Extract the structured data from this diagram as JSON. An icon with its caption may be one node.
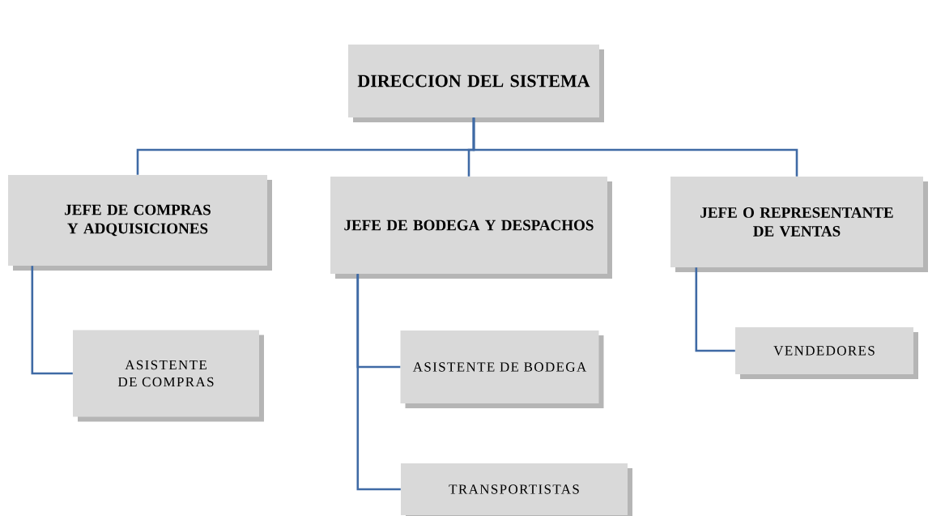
{
  "diagram": {
    "nodes": [
      {
        "text": [
          "DIRECCION DEL SISTEMA"
        ]
      },
      {
        "text": [
          "JEFE DE COMPRAS Y ADQUISICIONES"
        ]
      },
      {
        "text": [
          "JEFE DE BODEGA Y DESPACHOS"
        ]
      },
      {
        "text": [
          "JEFE O REPRESENTANTE DE VENTAS"
        ]
      },
      {
        "text": [
          "ASISTENTE DE COMPRAS"
        ]
      },
      {
        "text": [
          "ASISTENTE DE BODEGA"
        ]
      },
      {
        "text": [
          "TRANSPORTISTAS"
        ]
      },
      {
        "text": [
          "VENDEDORES"
        ]
      }
    ],
    "edges": [
      {
        "from": 0,
        "to": 1,
        "arrow": "none"
      },
      {
        "from": 0,
        "to": 2,
        "arrow": "none"
      },
      {
        "from": 0,
        "to": 3,
        "arrow": "none"
      },
      {
        "from": 1,
        "to": 4,
        "arrow": "none"
      },
      {
        "from": 2,
        "to": 5,
        "arrow": "none"
      },
      {
        "from": 2,
        "to": 6,
        "arrow": "none"
      },
      {
        "from": 3,
        "to": 7,
        "arrow": "none"
      }
    ]
  }
}
